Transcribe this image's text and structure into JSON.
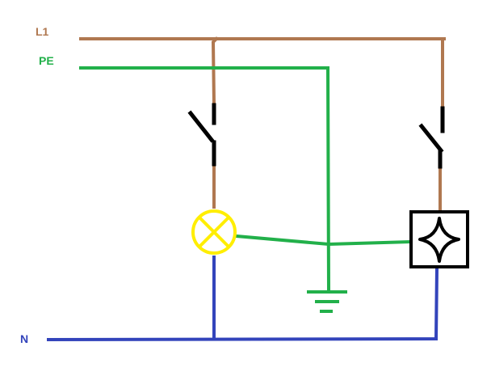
{
  "labels": {
    "l1": "L1",
    "pe": "PE",
    "n": "N"
  },
  "colors": {
    "line": "#b07850",
    "protective_earth": "#22b04a",
    "neutral": "#3344bb",
    "switch": "#000000",
    "lamp": "#ffee00",
    "fixture_box": "#000000"
  },
  "components": {
    "switch_left": "switch-icon",
    "switch_right": "switch-icon",
    "lamp": "lamp-icon",
    "fixture": "star-fixture-icon",
    "ground": "ground-icon"
  }
}
